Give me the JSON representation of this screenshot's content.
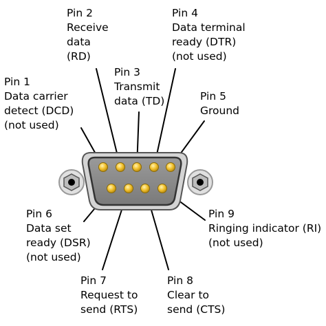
{
  "colors": {
    "background": "#ffffff",
    "connector_shell": "#8f8f8f",
    "connector_rim": "#c8c8c8",
    "pin_gold": "#f2c12e",
    "pin_highlight": "#ffe27a",
    "leader_line": "#000000",
    "screw_outer": "#e0e0e0",
    "screw_inner": "#000000"
  },
  "connector": {
    "kind": "DB-9 serial connector"
  },
  "pins": [
    {
      "id": "pin1",
      "lines": [
        "Pin 1",
        "Data carrier",
        "detect (DCD)",
        "(not used)"
      ]
    },
    {
      "id": "pin2",
      "lines": [
        "Pin 2",
        "Receive",
        "data",
        "(RD)"
      ]
    },
    {
      "id": "pin3",
      "lines": [
        "Pin 3",
        "Transmit",
        "data (TD)"
      ]
    },
    {
      "id": "pin4",
      "lines": [
        "Pin 4",
        "Data terminal",
        "ready (DTR)",
        "(not used)"
      ]
    },
    {
      "id": "pin5",
      "lines": [
        "Pin 5",
        "Ground"
      ]
    },
    {
      "id": "pin6",
      "lines": [
        "Pin 6",
        "Data set",
        "ready (DSR)",
        "(not used)"
      ]
    },
    {
      "id": "pin7",
      "lines": [
        "Pin 7",
        "Request to",
        "send (RTS)"
      ]
    },
    {
      "id": "pin8",
      "lines": [
        "Pin 8",
        "Clear to",
        "send (CTS)"
      ]
    },
    {
      "id": "pin9",
      "lines": [
        "Pin 9",
        "Ringing indicator (RI)",
        "(not used)"
      ]
    }
  ]
}
